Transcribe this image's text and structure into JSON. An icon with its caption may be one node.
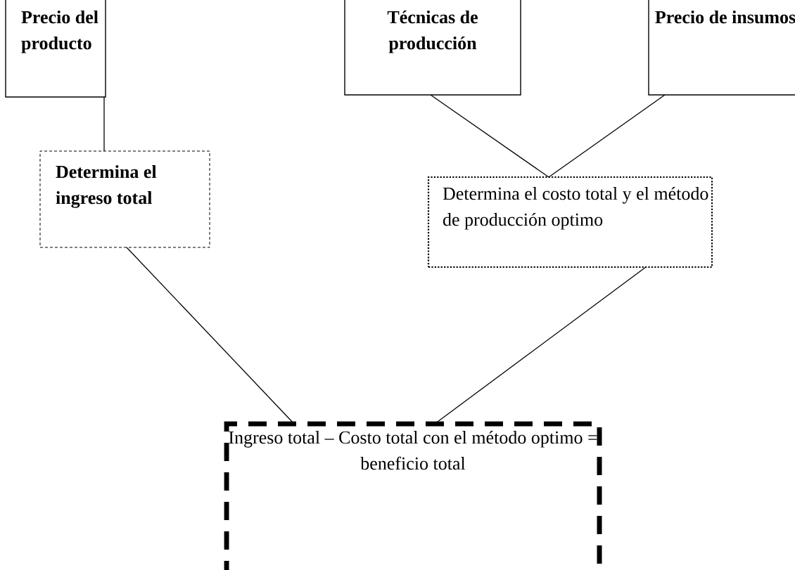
{
  "diagram": {
    "nodes": [
      {
        "text": [
          "Precio del producto"
        ]
      },
      {
        "text": [
          "Técnicas de producción"
        ]
      },
      {
        "text": [
          "Precio de insumos"
        ]
      },
      {
        "text": [
          "Determina el ingreso total"
        ]
      },
      {
        "text": [
          "Determina el costo total y el método de producción optimo"
        ]
      },
      {
        "text": [
          "Ingreso total – Costo total con el método optimo = beneficio total"
        ]
      }
    ],
    "edges": [
      {
        "from": 0,
        "to": 3,
        "arrow": "none"
      },
      {
        "from": 1,
        "to": 4,
        "arrow": "none"
      },
      {
        "from": 2,
        "to": 4,
        "arrow": "none"
      },
      {
        "from": 3,
        "to": 5,
        "arrow": "none"
      },
      {
        "from": 4,
        "to": 5,
        "arrow": "none"
      }
    ]
  }
}
